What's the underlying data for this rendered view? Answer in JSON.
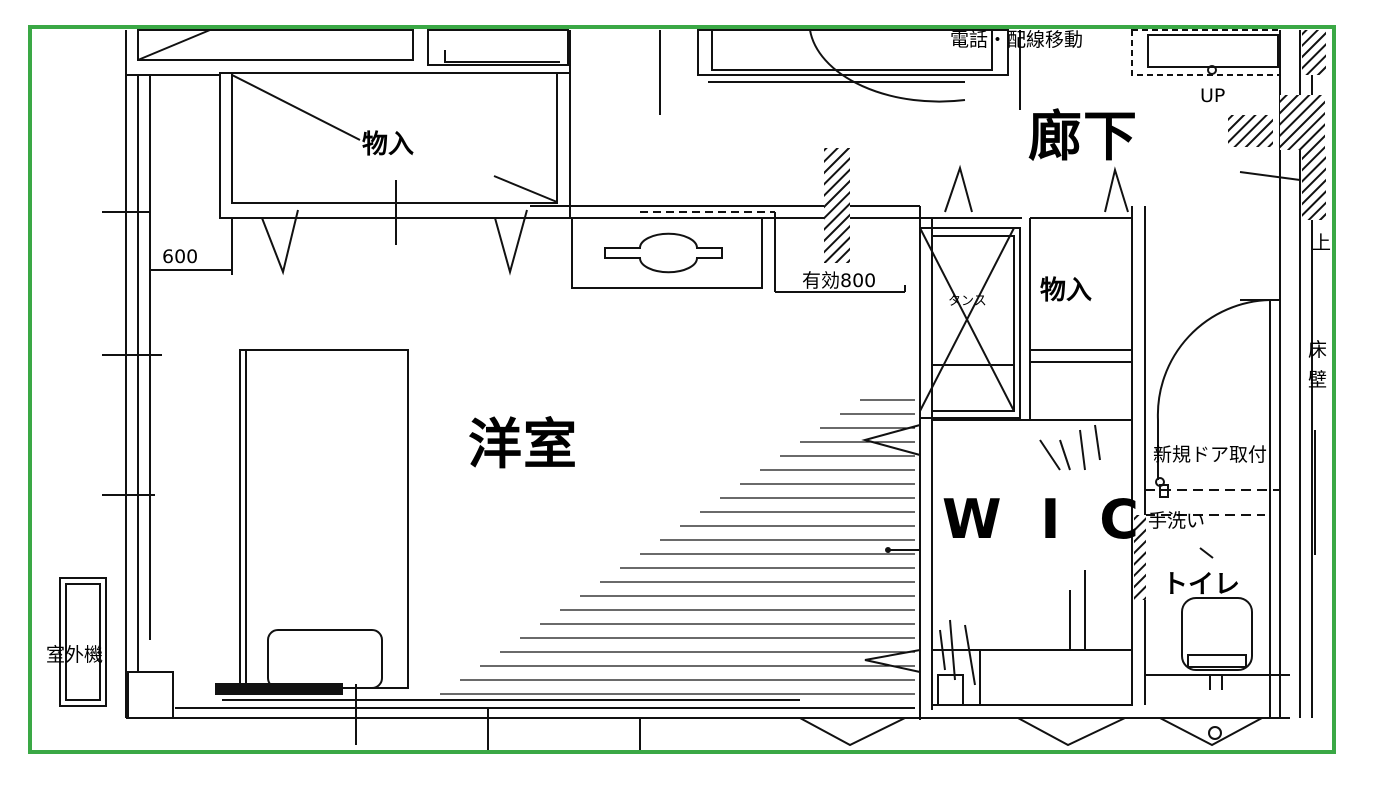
{
  "rooms": {
    "western_room": "洋室",
    "corridor": "廊下",
    "wic": "W I C",
    "toilet": "トイレ",
    "storage_top": "物入",
    "storage_right": "物入"
  },
  "annotations": {
    "phone_wiring": "電話・配線移動",
    "up": "UP",
    "new_door": "新規ドア取付",
    "hand_wash": "手洗い",
    "effective_width": "有効800",
    "dim_600": "600",
    "outdoor_unit": "室外機",
    "wardrobe": "タンス",
    "floor": "床",
    "wall": "壁",
    "up_kanji": "上"
  },
  "colors": {
    "border": "#3aa845",
    "line": "#111111"
  }
}
